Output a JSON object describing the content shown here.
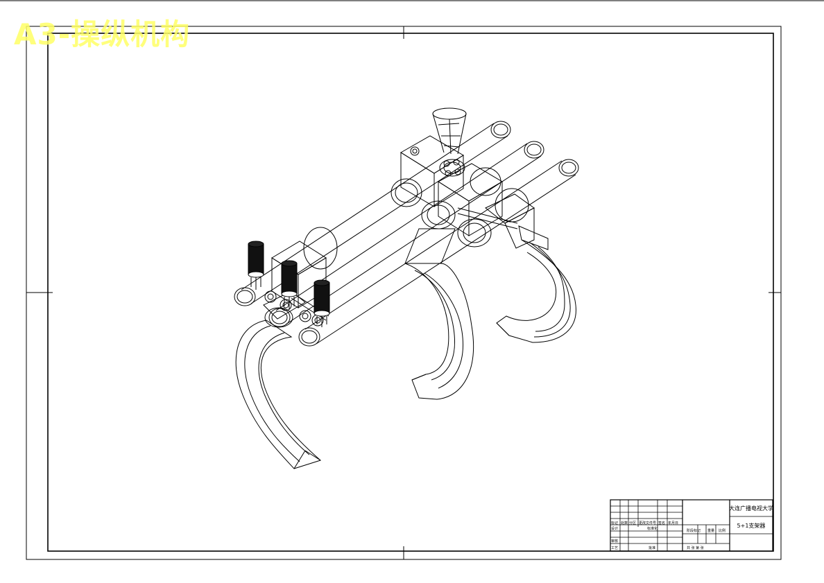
{
  "watermark": "A3-操纵机构",
  "title_block": {
    "university": "大连广播电视大学",
    "drawing_name": "5+1支架器",
    "row_labels": [
      "标记",
      "处数",
      "分区",
      "更改文件号",
      "签名",
      "年月日"
    ],
    "designer_label": "设计",
    "standardization_label": "标准化",
    "reviewer_label": "审核",
    "process_label": "工艺",
    "approval_label": "批准",
    "stage_label": "阶段标记",
    "weight_label": "重量",
    "scale_label": "比例",
    "sheets_label": "共  张 第  张"
  },
  "colors": {
    "line": "#000000",
    "watermark": "#ffff66",
    "background": "#ffffff"
  }
}
